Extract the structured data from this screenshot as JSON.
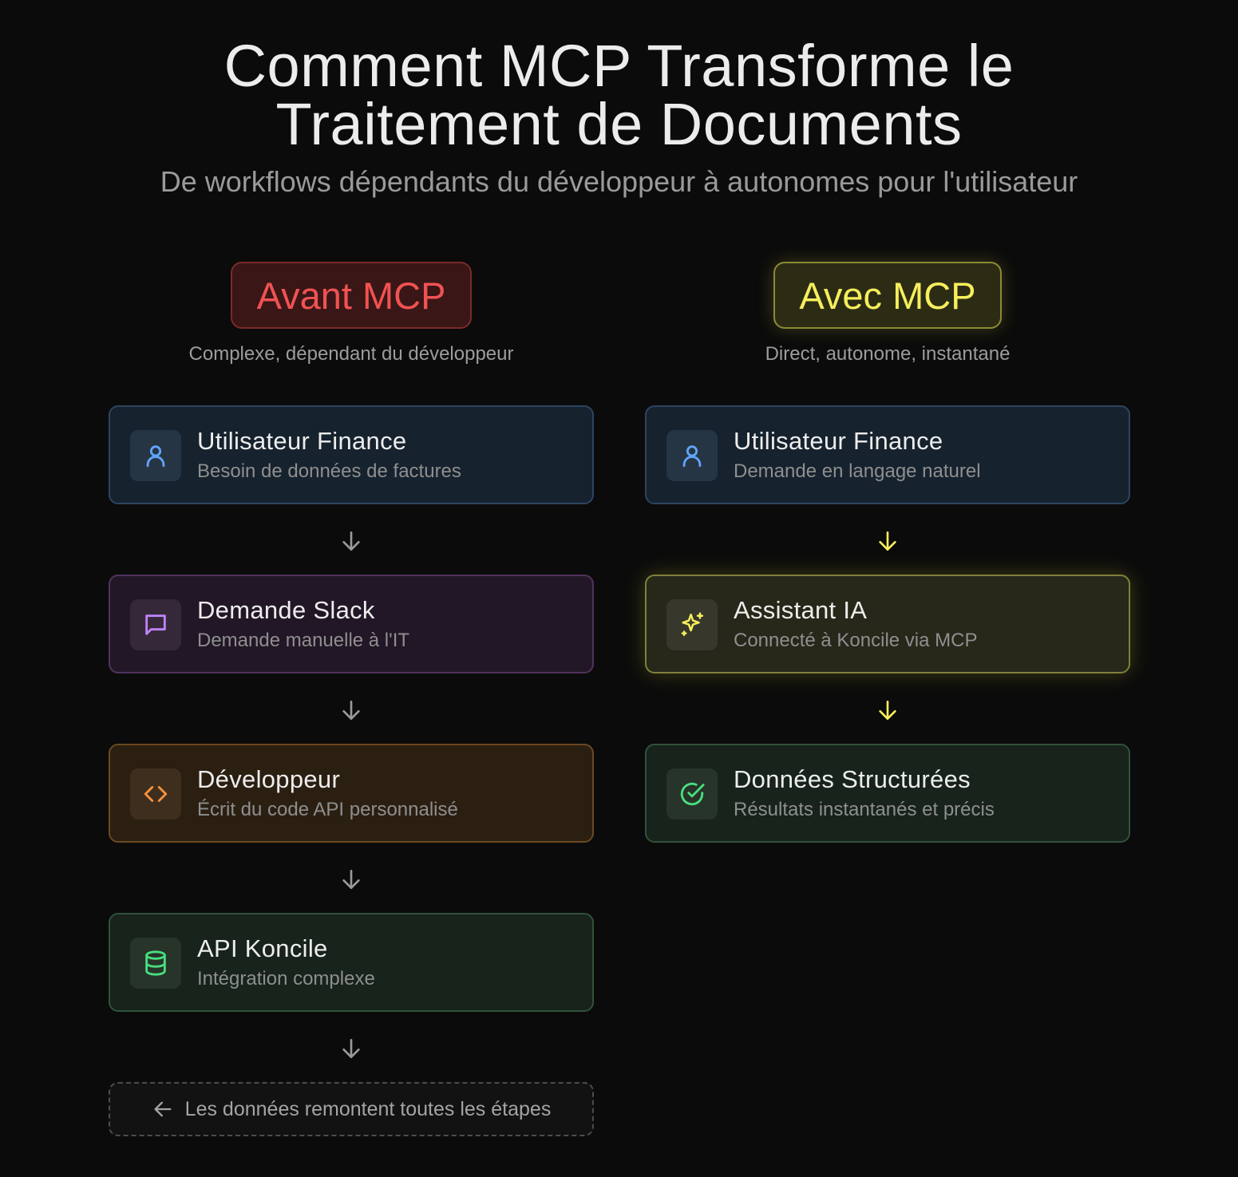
{
  "header": {
    "title_line1": "Comment MCP Transforme le",
    "title_line2": "Traitement de Documents",
    "subtitle": "De workflows dépendants du développeur à autonomes pour l'utilisateur"
  },
  "before": {
    "badge": "Avant MCP",
    "caption": "Complexe, dépendant du développeur",
    "steps": [
      {
        "title": "Utilisateur Finance",
        "subtitle": "Besoin de données de factures",
        "icon": "user-icon"
      },
      {
        "title": "Demande Slack",
        "subtitle": "Demande manuelle à l'IT",
        "icon": "message-icon"
      },
      {
        "title": "Développeur",
        "subtitle": "Écrit du code API personnalisé",
        "icon": "code-icon"
      },
      {
        "title": "API Koncile",
        "subtitle": "Intégration complexe",
        "icon": "database-icon"
      }
    ],
    "note": "Les données remontent toutes les étapes"
  },
  "after": {
    "badge": "Avec MCP",
    "caption": "Direct, autonome, instantané",
    "steps": [
      {
        "title": "Utilisateur Finance",
        "subtitle": "Demande en langage naturel",
        "icon": "user-icon"
      },
      {
        "title": "Assistant IA",
        "subtitle": "Connecté à Koncile via MCP",
        "icon": "sparkles-icon"
      },
      {
        "title": "Données Structurées",
        "subtitle": "Résultats instantanés et précis",
        "icon": "check-circle-icon"
      }
    ]
  },
  "colors": {
    "before_accent": "#f05252",
    "after_accent": "#f6ee5c",
    "blue": "#60a5fa",
    "purple": "#c084fc",
    "orange": "#fb923c",
    "green": "#4ade80",
    "arrow_before": "#9a9a9a",
    "arrow_after": "#f6ee5c"
  }
}
